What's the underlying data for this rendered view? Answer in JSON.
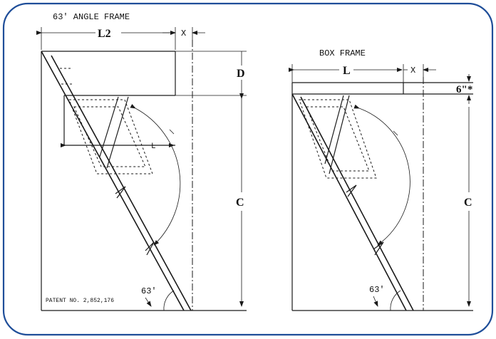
{
  "titles": {
    "left": "63' ANGLE FRAME",
    "right": "BOX FRAME"
  },
  "labels": {
    "l2": "L2",
    "x_left": "X",
    "d": "D",
    "l_inner": "L",
    "c_left": "C",
    "angle_left": "63'",
    "patent": "PATENT NO. 2,852,176",
    "l_right": "L",
    "x_right": "X",
    "six_inch": "6\"*",
    "c_right": "C",
    "angle_right": "63'"
  },
  "colors": {
    "border": "#1f4e99",
    "ink": "#1a1a1a"
  }
}
